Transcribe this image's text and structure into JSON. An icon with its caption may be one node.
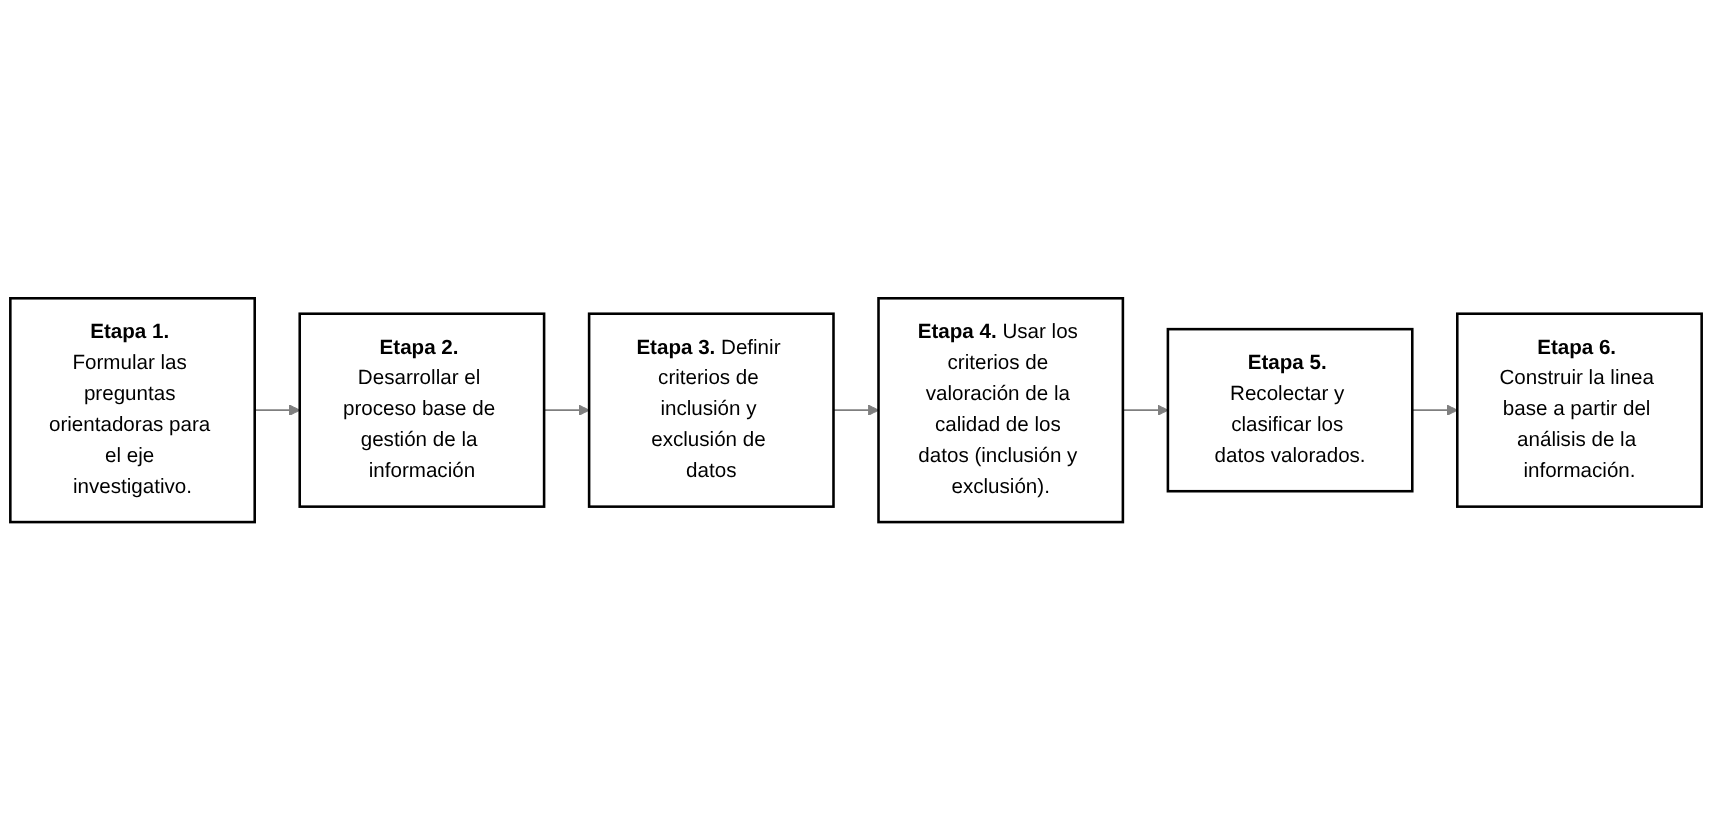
{
  "diagram": {
    "nodes": [
      {
        "text": [
          "**Etapa 1.** Formular las preguntas orientadoras para el eje investigativo."
        ]
      },
      {
        "text": [
          "**Etapa 2.** Desarrollar el proceso base de gestión de la información"
        ]
      },
      {
        "text": [
          "**Etapa 3.** Definir criterios de inclusión y exclusión de datos"
        ]
      },
      {
        "text": [
          "**Etapa 4.** Usar los criterios de valoración de la calidad de los datos (inclusión y exclusión)."
        ]
      },
      {
        "text": [
          "**Etapa 5.** Recolectar y clasificar los datos valorados."
        ]
      },
      {
        "text": [
          "**Etapa 6.** Construir la linea base a partir del análisis de la información."
        ]
      }
    ],
    "edges": [
      {
        "from": 0,
        "to": 1,
        "arrow": "to"
      },
      {
        "from": 1,
        "to": 2,
        "arrow": "to"
      },
      {
        "from": 2,
        "to": 3,
        "arrow": "to"
      },
      {
        "from": 3,
        "to": 4,
        "arrow": "to"
      },
      {
        "from": 4,
        "to": 5,
        "arrow": "to"
      }
    ]
  }
}
